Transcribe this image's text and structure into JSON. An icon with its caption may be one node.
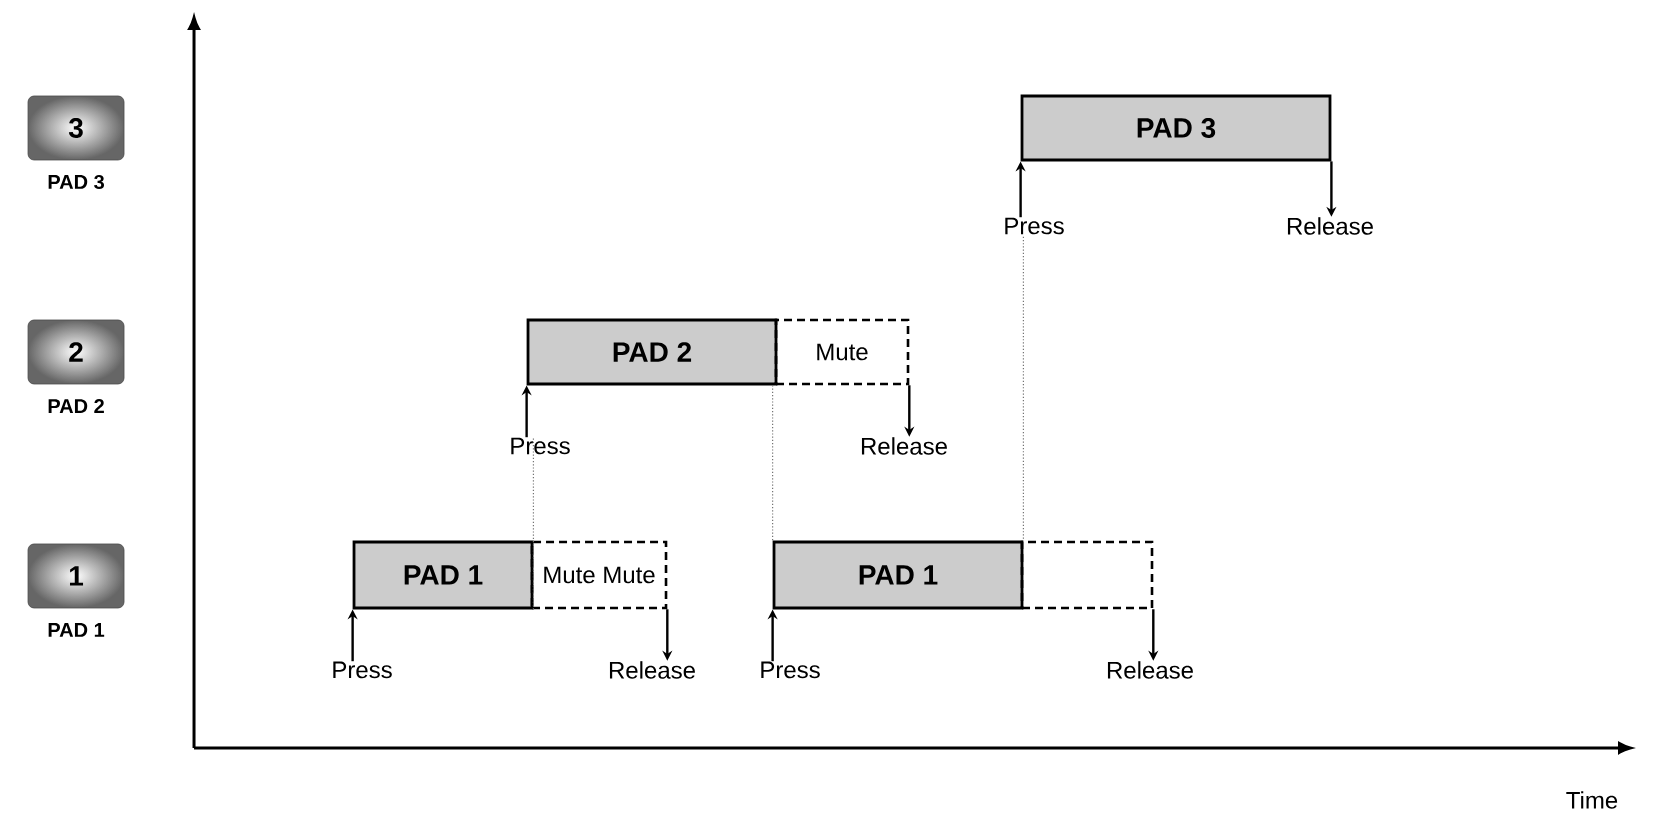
{
  "diagram": {
    "nodes": [
      {
        "text": [
          "3"
        ],
        "beside": [
          "PAD 3"
        ]
      },
      {
        "text": [
          "2"
        ],
        "beside": [
          "PAD 2"
        ]
      },
      {
        "text": [
          "1"
        ],
        "beside": [
          "PAD 1"
        ]
      },
      {
        "text": [
          "PAD 3"
        ]
      },
      {
        "text": [
          "Press"
        ]
      },
      {
        "text": [
          "Release"
        ]
      },
      {
        "text": [
          "PAD 2"
        ]
      },
      {
        "text": [
          "Mute"
        ]
      },
      {
        "text": [
          "Press"
        ]
      },
      {
        "text": [
          "Release"
        ]
      },
      {
        "text": [
          "PAD 1"
        ]
      },
      {
        "text": [
          "Mute Mute"
        ]
      },
      {
        "text": [
          "Press"
        ]
      },
      {
        "text": [
          "Release"
        ]
      },
      {
        "text": [
          "PAD 1"
        ]
      },
      {
        "text": [],
        "shape": "box"
      },
      {
        "text": [
          "Press"
        ]
      },
      {
        "text": [
          "Release"
        ]
      }
    ],
    "edges": [
      {
        "from": 4,
        "to": 3,
        "arrow": "to"
      },
      {
        "from": 3,
        "to": 5,
        "arrow": "to"
      },
      {
        "from": 8,
        "to": 6,
        "arrow": "to"
      },
      {
        "from": 7,
        "to": 9,
        "arrow": "to"
      },
      {
        "from": 12,
        "to": 10,
        "arrow": "to"
      },
      {
        "from": 11,
        "to": 13,
        "arrow": "to"
      },
      {
        "from": 16,
        "to": 14,
        "arrow": "to"
      },
      {
        "from": 15,
        "to": 17,
        "arrow": "to"
      },
      {
        "from": 10,
        "to": 8,
        "arrow": "none",
        "style": "dashed",
        "color": "#737373"
      },
      {
        "from": 6,
        "to": 14,
        "arrow": "none",
        "style": "dashed",
        "color": "#737373"
      },
      {
        "from": 4,
        "to": 14,
        "arrow": "none",
        "style": "dashed",
        "color": "#737373"
      }
    ],
    "labels": [
      "Time"
    ]
  }
}
